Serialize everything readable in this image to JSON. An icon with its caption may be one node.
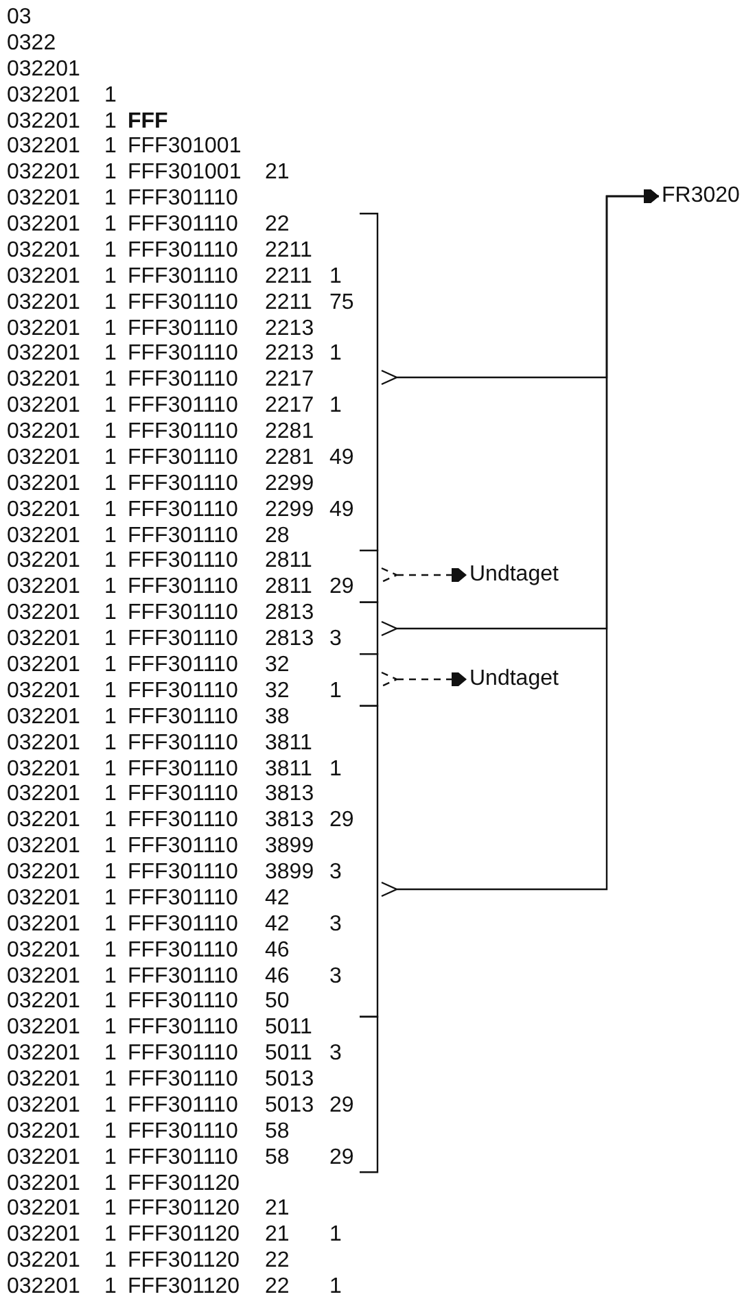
{
  "diagram": {
    "nodes": [
      {
        "text": [],
        "shape": "bracket"
      },
      {
        "text": [],
        "shape": "bracket"
      },
      {
        "text": [],
        "shape": "bracket"
      },
      {
        "text": [],
        "shape": "bracket"
      },
      {
        "text": [],
        "shape": "bracket"
      },
      {
        "text": [],
        "shape": "bracket"
      },
      {
        "text": [
          "FR3020"
        ]
      },
      {
        "text": [
          "Undtaget"
        ]
      },
      {
        "text": [
          "Undtaget"
        ]
      }
    ],
    "edges": [
      {
        "from": 0,
        "to": 6,
        "arrow": "to"
      },
      {
        "from": 1,
        "to": 7,
        "arrow": "to",
        "style": "dashed"
      },
      {
        "from": 2,
        "to": 6,
        "arrow": "to"
      },
      {
        "from": 3,
        "to": 8,
        "arrow": "to",
        "style": "dashed"
      },
      {
        "from": 4,
        "to": 6,
        "arrow": "to"
      }
    ],
    "labels": [
      "03",
      "0322",
      "032201",
      "032201",
      "1",
      "032201",
      "1",
      "FFF",
      "032201",
      "1",
      "FFF301001",
      "032201",
      "1",
      "FFF301001",
      "21",
      "032201",
      "1",
      "FFF301110",
      "032201",
      "1",
      "FFF301110",
      "22",
      "032201",
      "1",
      "FFF301110",
      "2211",
      "032201",
      "1",
      "FFF301110",
      "2211",
      "1",
      "032201",
      "1",
      "FFF301110",
      "2211",
      "75",
      "032201",
      "1",
      "FFF301110",
      "2213",
      "032201",
      "1",
      "FFF301110",
      "2213",
      "1",
      "032201",
      "1",
      "FFF301110",
      "2217",
      "032201",
      "1",
      "FFF301110",
      "2217",
      "1",
      "032201",
      "1",
      "FFF301110",
      "2281",
      "032201",
      "1",
      "FFF301110",
      "2281",
      "49",
      "032201",
      "1",
      "FFF301110",
      "2299",
      "032201",
      "1",
      "FFF301110",
      "2299",
      "49",
      "032201",
      "1",
      "FFF301110",
      "28",
      "032201",
      "1",
      "FFF301110",
      "2811",
      "032201",
      "1",
      "FFF301110",
      "2811",
      "29",
      "032201",
      "1",
      "FFF301110",
      "2813",
      "032201",
      "1",
      "FFF301110",
      "2813",
      "3",
      "032201",
      "1",
      "FFF301110",
      "32",
      "032201",
      "1",
      "FFF301110",
      "32",
      "1",
      "032201",
      "1",
      "FFF301110",
      "38",
      "032201",
      "1",
      "FFF301110",
      "3811",
      "032201",
      "1",
      "FFF301110",
      "3811",
      "1",
      "032201",
      "1",
      "FFF301110",
      "3813",
      "032201",
      "1",
      "FFF301110",
      "3813",
      "29",
      "032201",
      "1",
      "FFF301110",
      "3899",
      "032201",
      "1",
      "FFF301110",
      "3899",
      "3",
      "032201",
      "1",
      "FFF301110",
      "42",
      "032201",
      "1",
      "FFF301110",
      "42",
      "3",
      "032201",
      "1",
      "FFF301110",
      "46",
      "032201",
      "1",
      "FFF301110",
      "46",
      "3",
      "032201",
      "1",
      "FFF301110",
      "50",
      "032201",
      "1",
      "FFF301110",
      "5011",
      "032201",
      "1",
      "FFF301110",
      "5011",
      "3",
      "032201",
      "1",
      "FFF301110",
      "5013",
      "032201",
      "1",
      "FFF301110",
      "5013",
      "29",
      "032201",
      "1",
      "FFF301110",
      "58",
      "032201",
      "1",
      "FFF301110",
      "58",
      "29",
      "032201",
      "1",
      "FFF301120",
      "032201",
      "1",
      "FFF301120",
      "21",
      "032201",
      "1",
      "FFF301120",
      "21",
      "1",
      "032201",
      "1",
      "FFF301120",
      "22",
      "032201",
      "1",
      "FFF301120",
      "22",
      "1"
    ]
  }
}
